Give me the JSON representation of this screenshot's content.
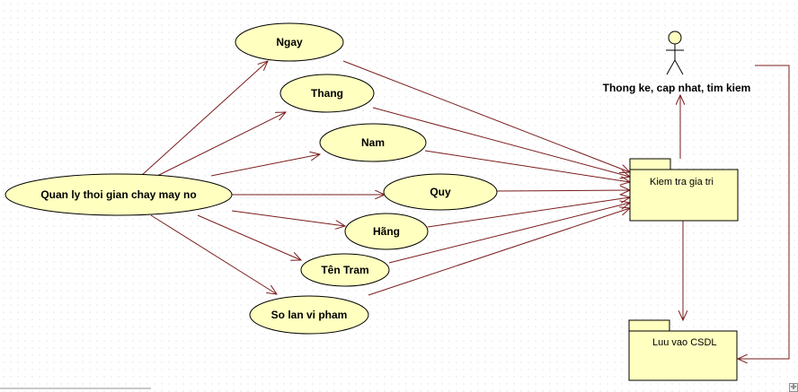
{
  "actor": {
    "label": "Thong ke, cap nhat, tim kiem"
  },
  "use_cases": {
    "main": "Quan ly thoi gian chay may no",
    "ngay": "Ngay",
    "thang": "Thang",
    "nam": "Nam",
    "quy": "Quy",
    "hang": "Hãng",
    "ten_tram": "Tên Tram",
    "so_lan": "So lan vi pham"
  },
  "packages": {
    "kiem_tra": "Kiem tra gia tri",
    "luu_vao": "Luu vao CSDL"
  },
  "colors": {
    "fill": "#ffffc0",
    "stroke": "#000000",
    "edge": "#7a1c1c"
  },
  "corner_icon": "move-cross-icon"
}
